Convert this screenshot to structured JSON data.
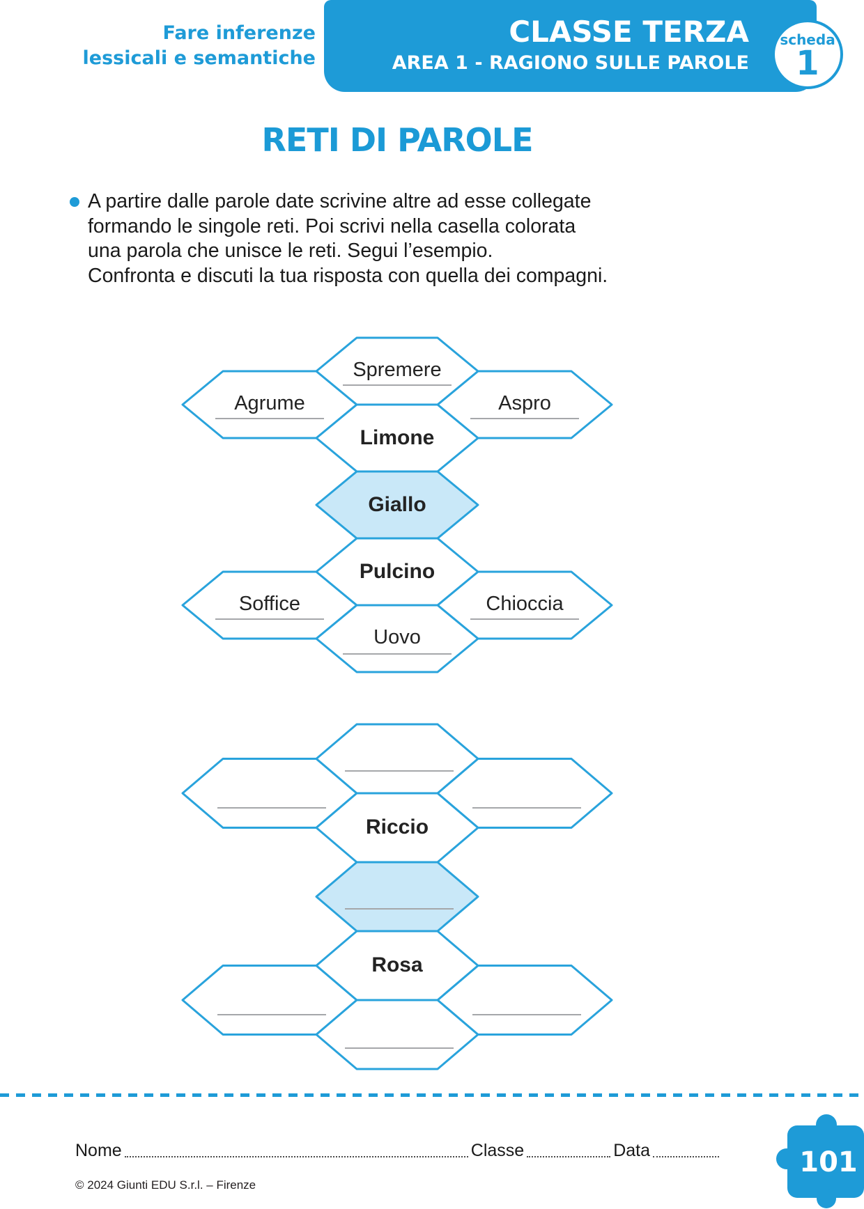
{
  "header": {
    "topic_line1": "Fare inferenze",
    "topic_line2": "lessicali e semantiche",
    "banner_title": "CLASSE TERZA",
    "banner_subtitle": "AREA 1 - RAGIONO SULLE PAROLE",
    "badge_label": "scheda",
    "badge_number": "1"
  },
  "title": "RETI DI PAROLE",
  "instructions": {
    "line1": "A partire dalle parole date scrivine altre ad esse collegate",
    "line2": "formando le singole reti. Poi scrivi nella casella colorata",
    "line3": "una parola che unisce le reti. Segui l’esempio.",
    "line4": "Confronta e discuti la tua risposta con quella dei compagni."
  },
  "network1": {
    "answer_top": "Spremere",
    "answer_left_upper": "Agrume",
    "answer_right_upper": "Aspro",
    "given_upper": "Limone",
    "connector_word": "Giallo",
    "given_lower": "Pulcino",
    "answer_left_lower": "Soffice",
    "answer_right_lower": "Chioccia",
    "answer_bottom": "Uovo"
  },
  "network2": {
    "given_upper": "Riccio",
    "given_lower": "Rosa"
  },
  "footer": {
    "name_label": "Nome",
    "class_label": "Classe",
    "date_label": "Data",
    "page_number": "101",
    "copyright": "© 2024 Giunti EDU S.r.l. – Firenze"
  },
  "colors": {
    "brand_blue": "#1e9bd7",
    "hex_stroke": "#29a3dc",
    "hex_fill_highlight": "#c9e8f8"
  }
}
